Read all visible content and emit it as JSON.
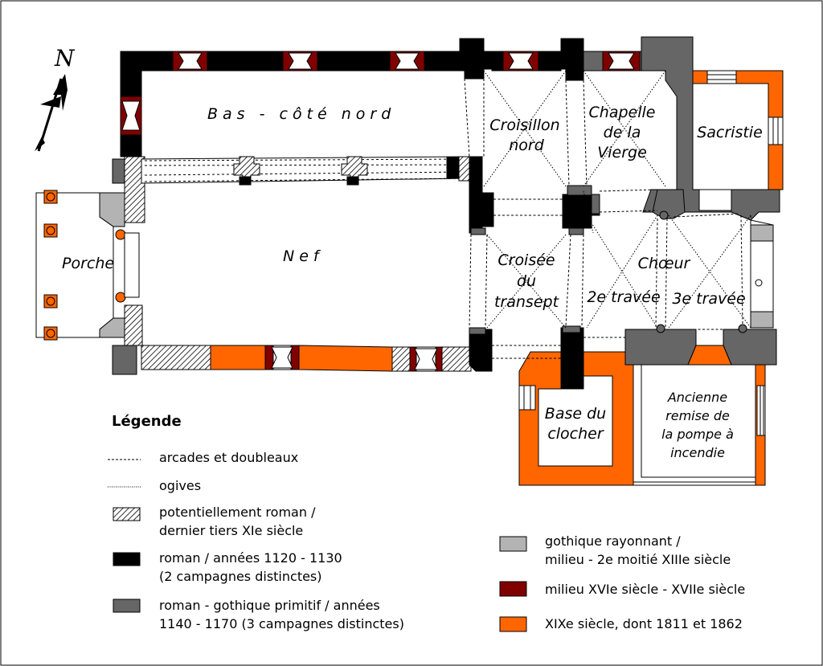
{
  "north_label": "N",
  "colors": {
    "potentially_romanesque": "#ffffff",
    "romanesque": "#000000",
    "romanesque_early_gothic": "#666666",
    "rayonnant_gothic": "#b3b3b3",
    "mid_16th_17th": "#800000",
    "nineteenth_century": "#ff6600"
  },
  "rooms": {
    "north_aisle": "Bas - côté nord",
    "nave": "Nef",
    "porch": "Porche",
    "north_transept_line1": "Croisillon",
    "north_transept_line2": "nord",
    "lady_chapel_line1": "Chapelle",
    "lady_chapel_line2": "de la",
    "lady_chapel_line3": "Vierge",
    "sacristy": "Sacristie",
    "crossing_line1": "Croisée",
    "crossing_line2": "du",
    "crossing_line3": "transept",
    "choir": "Chœur",
    "bay2": "2e travée",
    "bay3": "3e travée",
    "tower_base_line1": "Base du",
    "tower_base_line2": "clocher",
    "pump_line1": "Ancienne",
    "pump_line2": "remise de",
    "pump_line3": "la pompe à",
    "pump_line4": "incendie"
  },
  "legend": {
    "title": "Légende",
    "arcades": "arcades et doubleaux",
    "ogives": "ogives",
    "hatched_line1": "potentiellement roman /",
    "hatched_line2": "dernier tiers XIe siècle",
    "black_line1": "roman / années 1120 - 1130",
    "black_line2": "(2 campagnes distinctes)",
    "darkgray_line1": "roman - gothique primitif / années",
    "darkgray_line2": "1140 - 1170 (3 campagnes distinctes)",
    "lightgray_line1": "gothique rayonnant /",
    "lightgray_line2": "milieu - 2e moitié XIIIe siècle",
    "maroon": "milieu XVIe siècle - XVIIe siècle",
    "orange": "XIXe siècle, dont 1811 et 1862"
  }
}
